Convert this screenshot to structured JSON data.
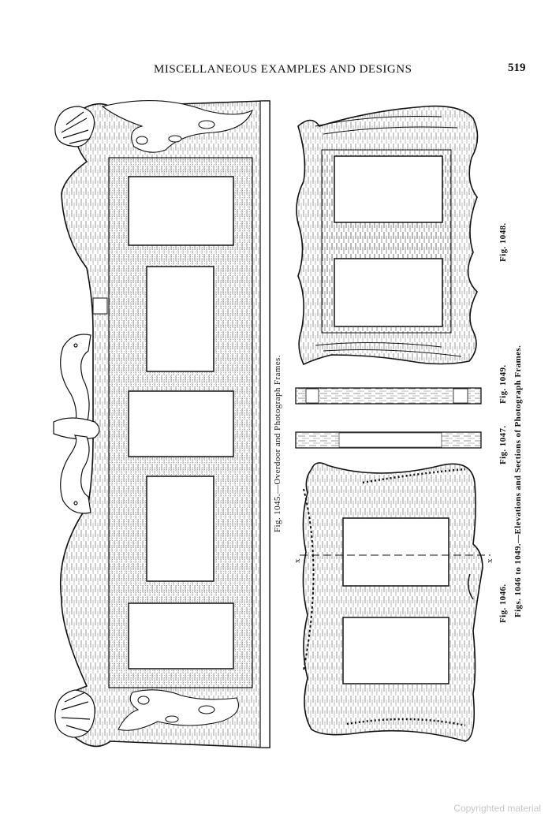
{
  "header": {
    "title": "MISCELLANEOUS EXAMPLES AND DESIGNS",
    "page_number": "519"
  },
  "captions": {
    "fig_1045": "Fig. 1045.—Overdoor and Photograph Frames.",
    "fig_1046": "Fig. 1046.",
    "fig_1047": "Fig. 1047.",
    "fig_1048": "Fig. 1048.",
    "fig_1049": "Fig. 1049.",
    "figs_1046_1049": "Figs. 1046 to 1049.—Elevations and Sections of Photograph Frames."
  },
  "section_marks": {
    "left": "x",
    "right": "x"
  },
  "watermark": "Copyrighted material"
}
